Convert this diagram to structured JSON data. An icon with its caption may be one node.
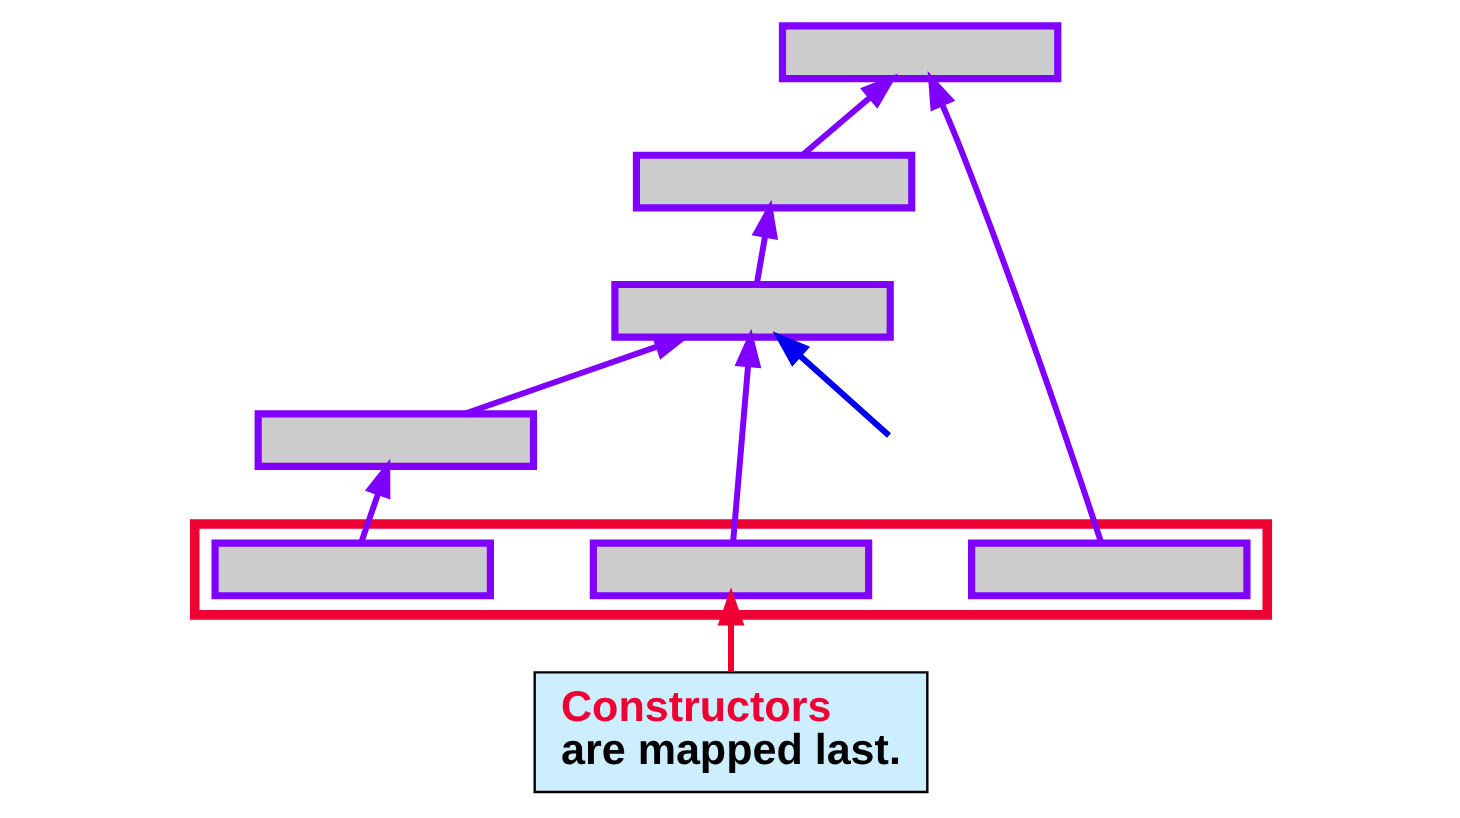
{
  "diagram": {
    "nodes": [
      {
        "text": [],
        "shape": "box"
      },
      {
        "text": [],
        "shape": "box"
      },
      {
        "text": [],
        "shape": "box"
      },
      {
        "text": [],
        "shape": "box"
      },
      {
        "text": [],
        "shape": "box"
      },
      {
        "text": [],
        "shape": "box",
        "in": 4
      },
      {
        "text": [],
        "shape": "box",
        "in": 4
      },
      {
        "text": [],
        "shape": "box",
        "in": 4
      },
      {
        "text": [
          "Constructors",
          "are mapped last."
        ]
      }
    ],
    "edges": [
      {
        "from": 1,
        "to": 0,
        "arrow": "to"
      },
      {
        "from": 2,
        "to": 1,
        "arrow": "to"
      },
      {
        "from": 3,
        "to": 2,
        "arrow": "to"
      },
      {
        "from": 5,
        "to": 3,
        "arrow": "to"
      },
      {
        "from": 6,
        "to": 2,
        "arrow": "to"
      },
      {
        "from": 7,
        "to": 0,
        "arrow": "to"
      },
      {
        "from": null,
        "to": 2,
        "arrow": "to",
        "color": "#0000ee"
      },
      {
        "from": 8,
        "to": 6,
        "arrow": "to",
        "color": "#ee0033"
      }
    ]
  }
}
